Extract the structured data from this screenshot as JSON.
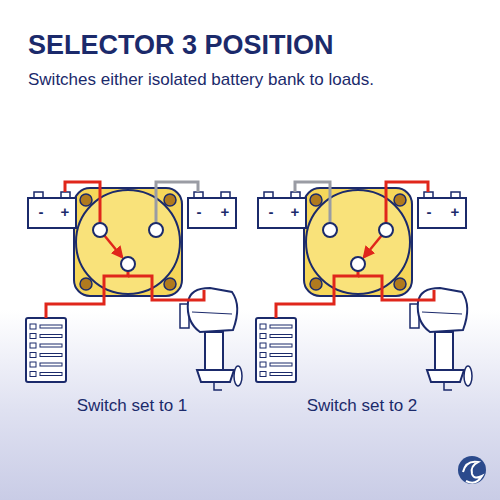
{
  "diagram": {
    "title": "SELECTOR 3 POSITION",
    "labels": [
      "Switches either isolated battery bank to loads.",
      "-",
      "+",
      "-",
      "+",
      "-",
      "+",
      "-",
      "+",
      "Switch set to 1",
      "Switch set to 2"
    ]
  }
}
